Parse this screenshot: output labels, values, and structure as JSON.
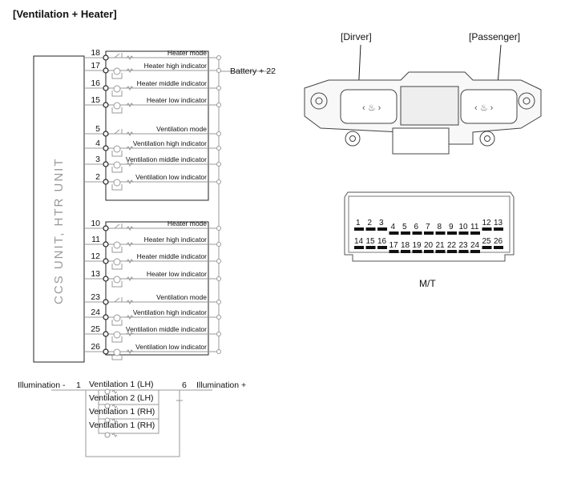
{
  "title": "[Ventilation + Heater]",
  "unit_label": "CCS UNIT, HTR UNIT",
  "battery_label": "Battery + 22",
  "top_block": [
    {
      "pin": "18",
      "label": "Heater mode",
      "kind": "switch"
    },
    {
      "pin": "17",
      "label": "Heater high indicator",
      "kind": "lamp"
    },
    {
      "pin": "16",
      "label": "Heater middle indicator",
      "kind": "lamp"
    },
    {
      "pin": "15",
      "label": "Heater low indicator",
      "kind": "lamp"
    },
    {
      "pin": "5",
      "label": "Ventilation mode",
      "kind": "switch"
    },
    {
      "pin": "4",
      "label": "Ventilation high indicator",
      "kind": "lamp"
    },
    {
      "pin": "3",
      "label": "Ventilation middle indicator",
      "kind": "lamp"
    },
    {
      "pin": "2",
      "label": "Ventilation low indicator",
      "kind": "lamp"
    }
  ],
  "bottom_block": [
    {
      "pin": "10",
      "label": "Heater mode",
      "kind": "switch"
    },
    {
      "pin": "11",
      "label": "Heater high indicator",
      "kind": "lamp"
    },
    {
      "pin": "12",
      "label": "Heater middle indicator",
      "kind": "lamp"
    },
    {
      "pin": "13",
      "label": "Heater low indicator",
      "kind": "lamp"
    },
    {
      "pin": "23",
      "label": "Ventilation mode",
      "kind": "switch"
    },
    {
      "pin": "24",
      "label": "Ventilation high indicator",
      "kind": "lamp"
    },
    {
      "pin": "25",
      "label": "Ventilation middle indicator",
      "kind": "lamp"
    },
    {
      "pin": "26",
      "label": "Ventilation low indicator",
      "kind": "lamp"
    }
  ],
  "illumination": {
    "minus_label": "Illumination -",
    "minus_pin": "1",
    "plus_label": "Illumination +",
    "plus_pin": "6",
    "lamps": [
      "Ventilation 1 (LH)",
      "Ventilation 2 (LH)",
      "Ventilation 1 (RH)",
      "Ventilation 1 (RH)"
    ]
  },
  "switch_labels": {
    "driver": "[Dirver]",
    "passenger": "[Passenger]"
  },
  "connector": {
    "row1": [
      "1",
      "2",
      "3",
      "4",
      "5",
      "6",
      "7",
      "8",
      "9",
      "10",
      "11",
      "12",
      "13"
    ],
    "row2": [
      "14",
      "15",
      "16",
      "17",
      "18",
      "19",
      "20",
      "21",
      "22",
      "23",
      "24",
      "25",
      "26"
    ],
    "caption": "M/T"
  }
}
